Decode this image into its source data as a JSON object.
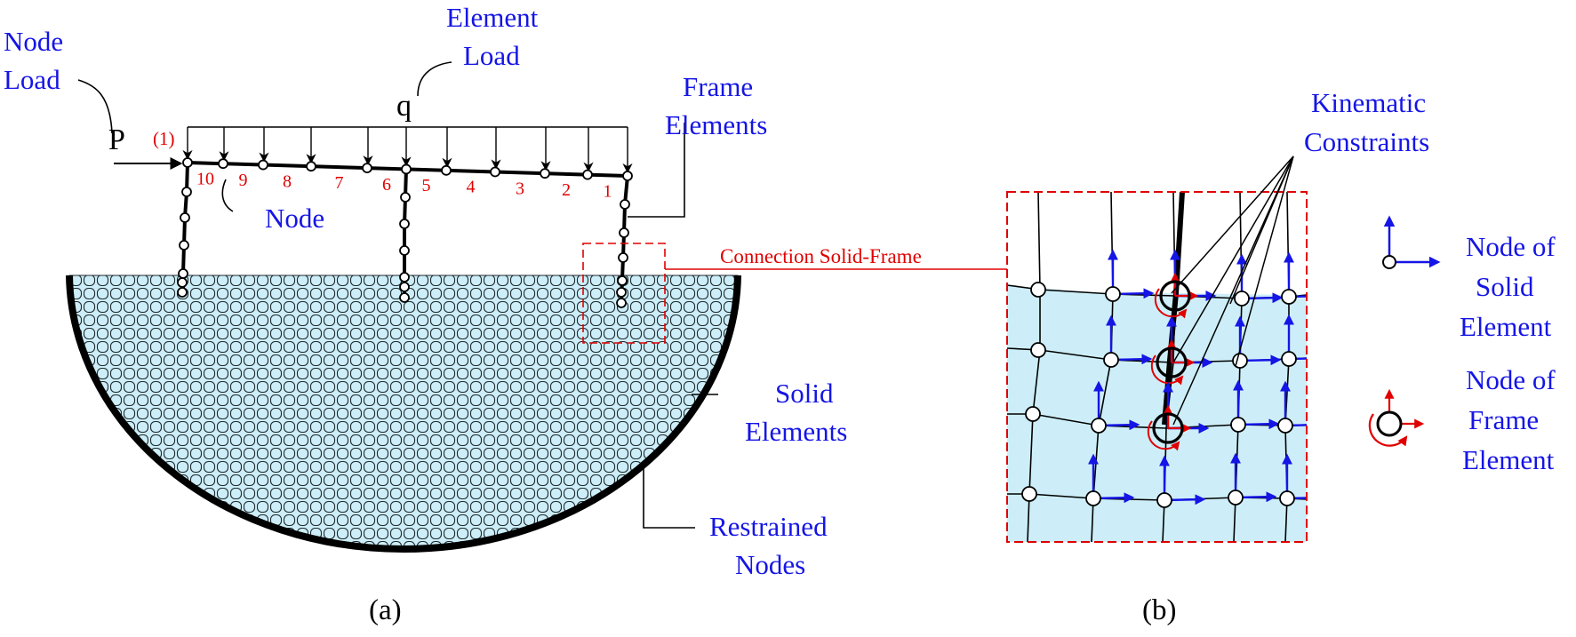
{
  "labels": {
    "node_load": [
      "Node",
      "Load"
    ],
    "element_load": [
      "Element",
      "Load"
    ],
    "frame_elements": [
      "Frame",
      "Elements"
    ],
    "node": "Node",
    "solid_elements": [
      "Solid",
      "Elements"
    ],
    "restrained_nodes": [
      "Restrained",
      "Nodes"
    ],
    "connection": "Connection Solid-Frame",
    "kinematic_constraints": [
      "Kinematic",
      "Constraints"
    ],
    "node_of_solid": [
      "Node of",
      "Solid",
      "Element"
    ],
    "node_of_frame": [
      "Node of",
      "Frame",
      "Element"
    ]
  },
  "symbols": {
    "point_load": "P",
    "distributed_load": "q",
    "first_node_id": "(1)"
  },
  "element_numbers": [
    "10",
    "9",
    "8",
    "7",
    "6",
    "5",
    "4",
    "3",
    "2",
    "1"
  ],
  "captions": {
    "a": "(a)",
    "b": "(b)"
  },
  "colors": {
    "label_blue": "#1515e6",
    "number_red": "#e00000",
    "solid_fill": "#cdeef8",
    "outline": "#000000",
    "dashed_red": "#e00000"
  }
}
